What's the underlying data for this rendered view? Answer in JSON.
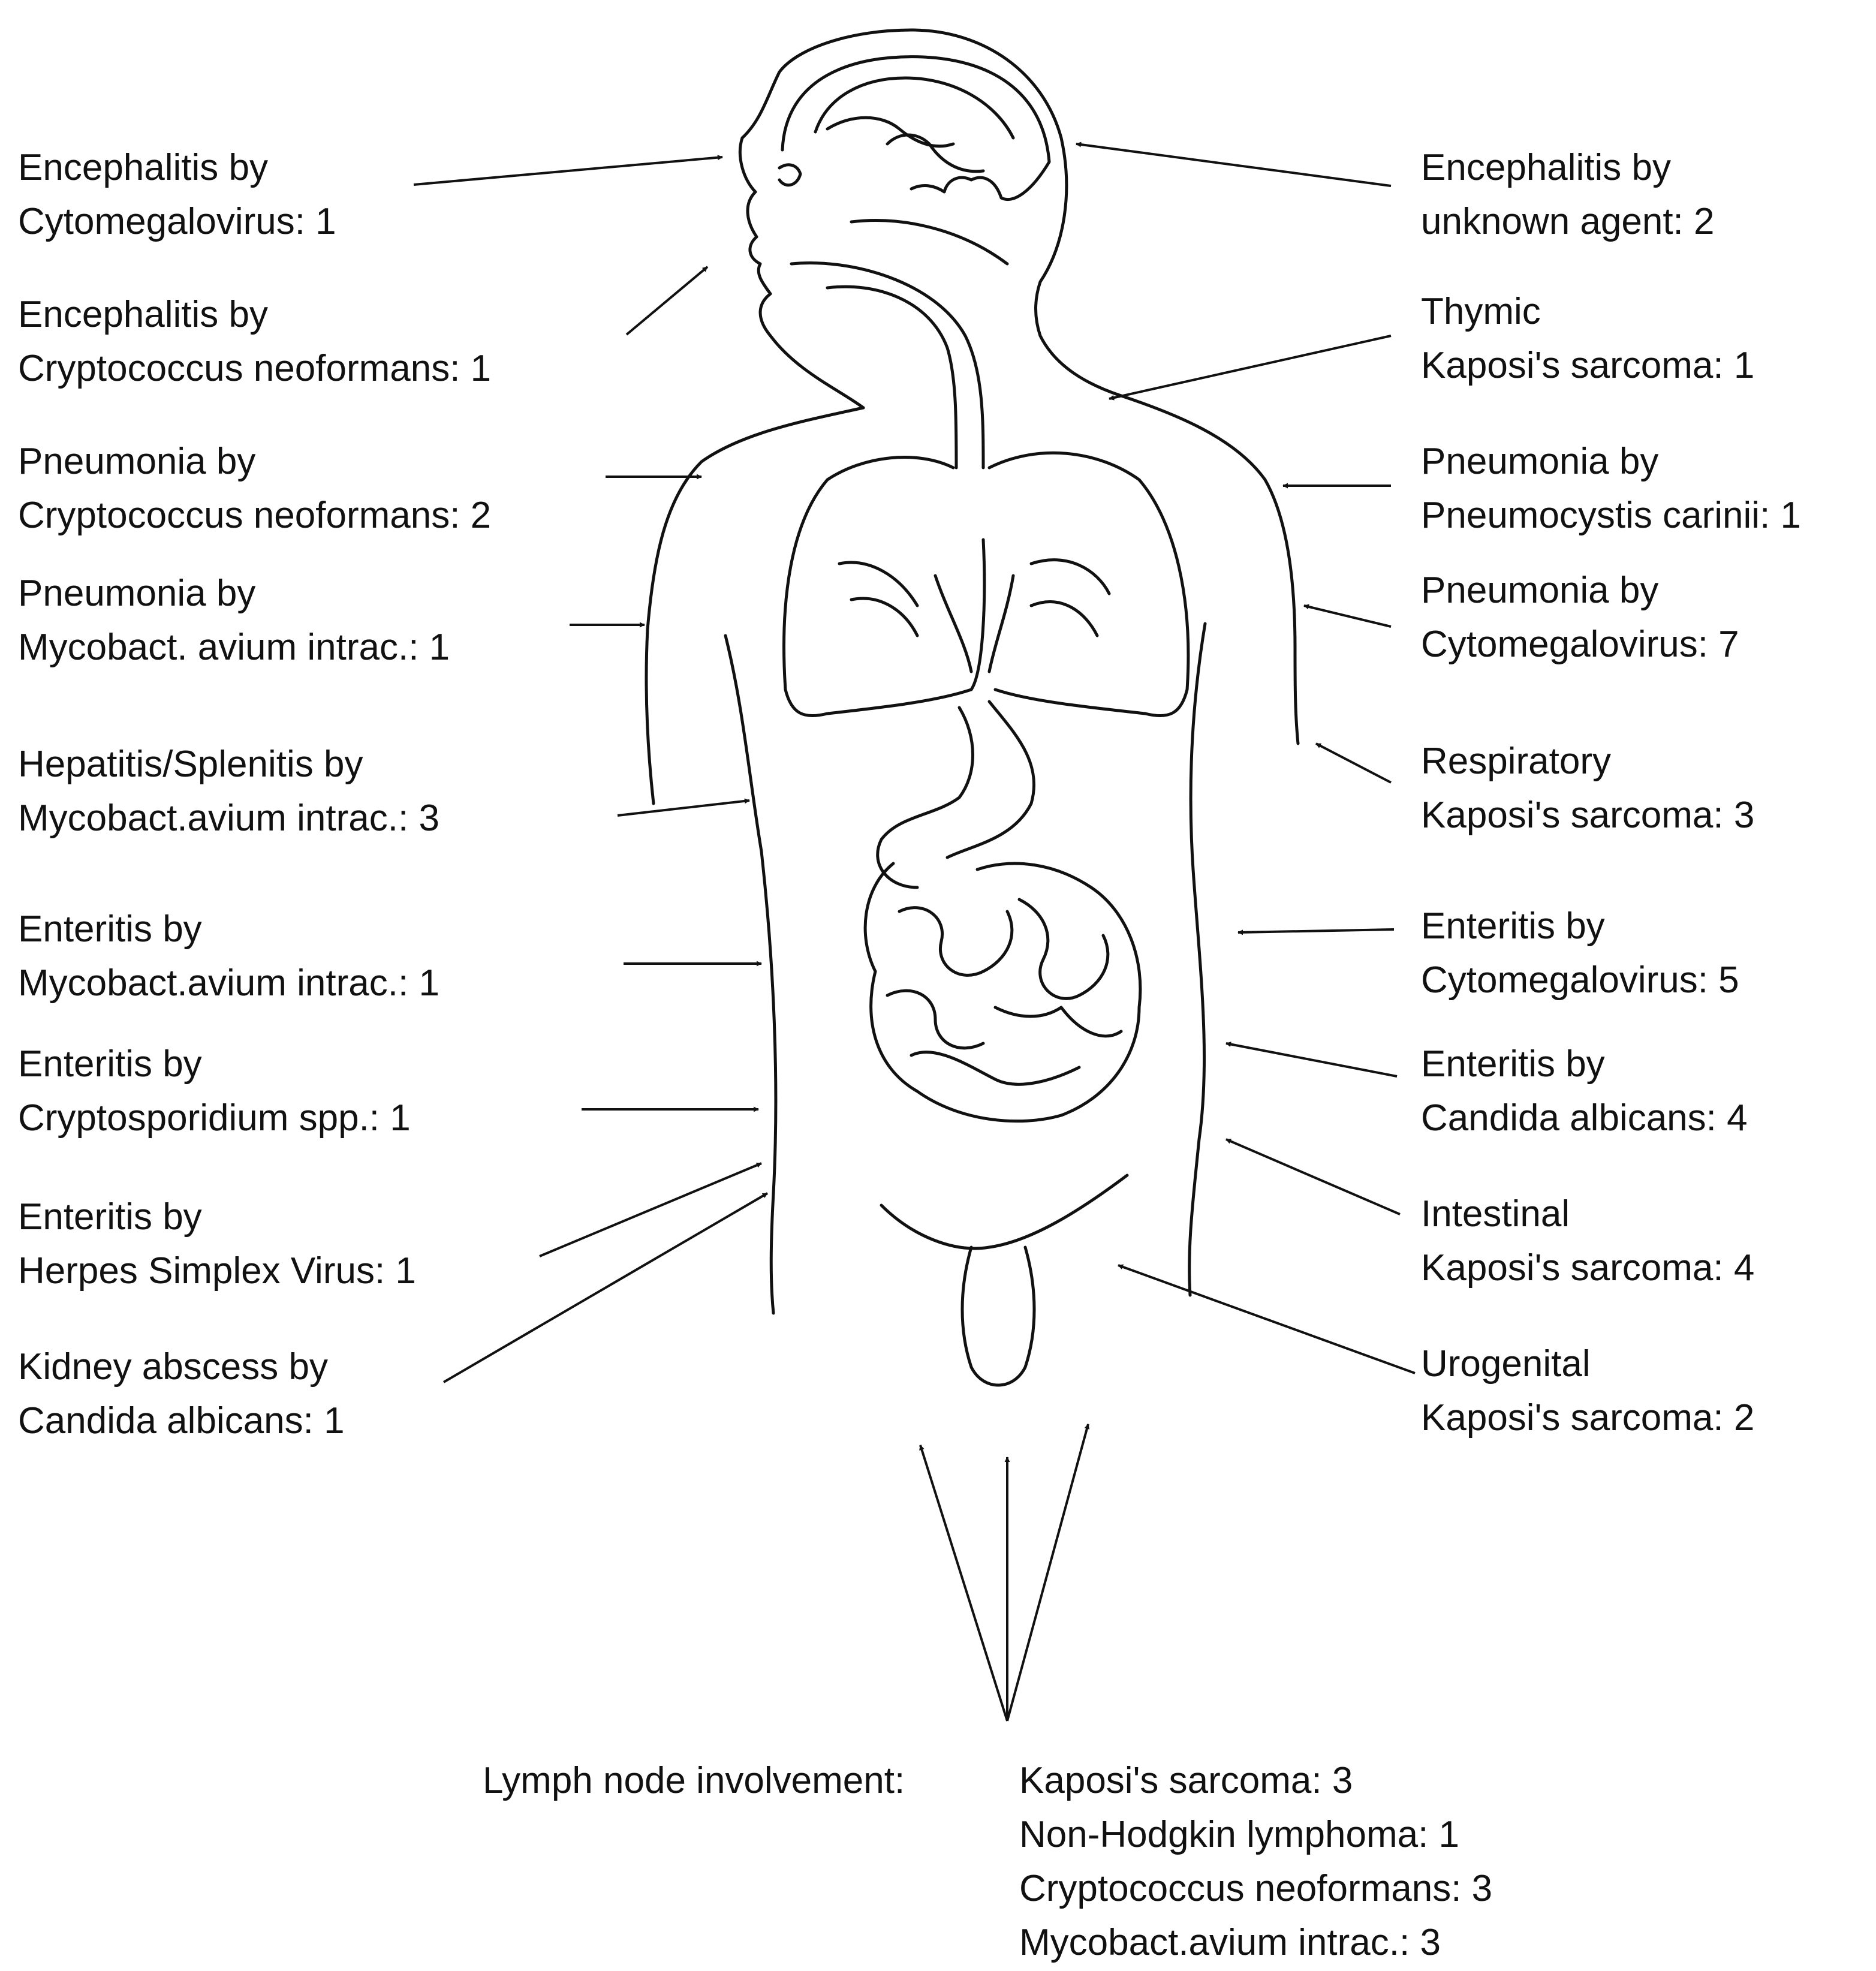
{
  "labels_left": [
    {
      "id": "enc-cmv",
      "line1": "Encephalitis by",
      "line2": "Cytomegalovirus: 1"
    },
    {
      "id": "enc-crypto",
      "line1": "Encephalitis by",
      "line2": "Cryptococcus neoformans: 1"
    },
    {
      "id": "pneu-crypto",
      "line1": "Pneumonia by",
      "line2": "Cryptococcus neoformans: 2"
    },
    {
      "id": "pneu-mai",
      "line1": "Pneumonia by",
      "line2": "Mycobact. avium intrac.: 1"
    },
    {
      "id": "hep-mai",
      "line1": "Hepatitis/Splenitis by",
      "line2": "Mycobact.avium intrac.: 3"
    },
    {
      "id": "ent-mai",
      "line1": "Enteritis by",
      "line2": "Mycobact.avium intrac.: 1"
    },
    {
      "id": "ent-crypto",
      "line1": "Enteritis by",
      "line2": "Cryptosporidium spp.: 1"
    },
    {
      "id": "ent-hsv",
      "line1": "Enteritis by",
      "line2": "Herpes Simplex Virus: 1"
    },
    {
      "id": "kidney",
      "line1": "Kidney abscess by",
      "line2": "Candida albicans: 1"
    }
  ],
  "labels_right": [
    {
      "id": "enc-unknown",
      "line1": "Encephalitis by",
      "line2": "unknown agent: 2"
    },
    {
      "id": "thymic",
      "line1": "Thymic",
      "line2": "Kaposi's sarcoma: 1"
    },
    {
      "id": "pneu-pcp",
      "line1": "Pneumonia by",
      "line2": "Pneumocystis carinii: 1"
    },
    {
      "id": "pneu-cmv",
      "line1": "Pneumonia by",
      "line2": "Cytomegalovirus: 7"
    },
    {
      "id": "resp-ks",
      "line1": "Respiratory",
      "line2": "Kaposi's sarcoma: 3"
    },
    {
      "id": "ent-cmv",
      "line1": "Enteritis by",
      "line2": "Cytomegalovirus: 5"
    },
    {
      "id": "ent-candida",
      "line1": "Enteritis by",
      "line2": "Candida albicans: 4"
    },
    {
      "id": "int-ks",
      "line1": "Intestinal",
      "line2": "Kaposi's sarcoma: 4"
    },
    {
      "id": "uro-ks",
      "line1": "Urogenital",
      "line2": "Kaposi's sarcoma: 2"
    }
  ],
  "lymph": {
    "heading": "Lymph node involvement:",
    "items": [
      "Kaposi's sarcoma: 3",
      "Non-Hodgkin lymphoma: 1",
      "Cryptococcus neoformans: 3",
      "Mycobact.avium intrac.: 3"
    ]
  },
  "colors": {
    "ink": "#111111",
    "background": "#ffffff"
  }
}
